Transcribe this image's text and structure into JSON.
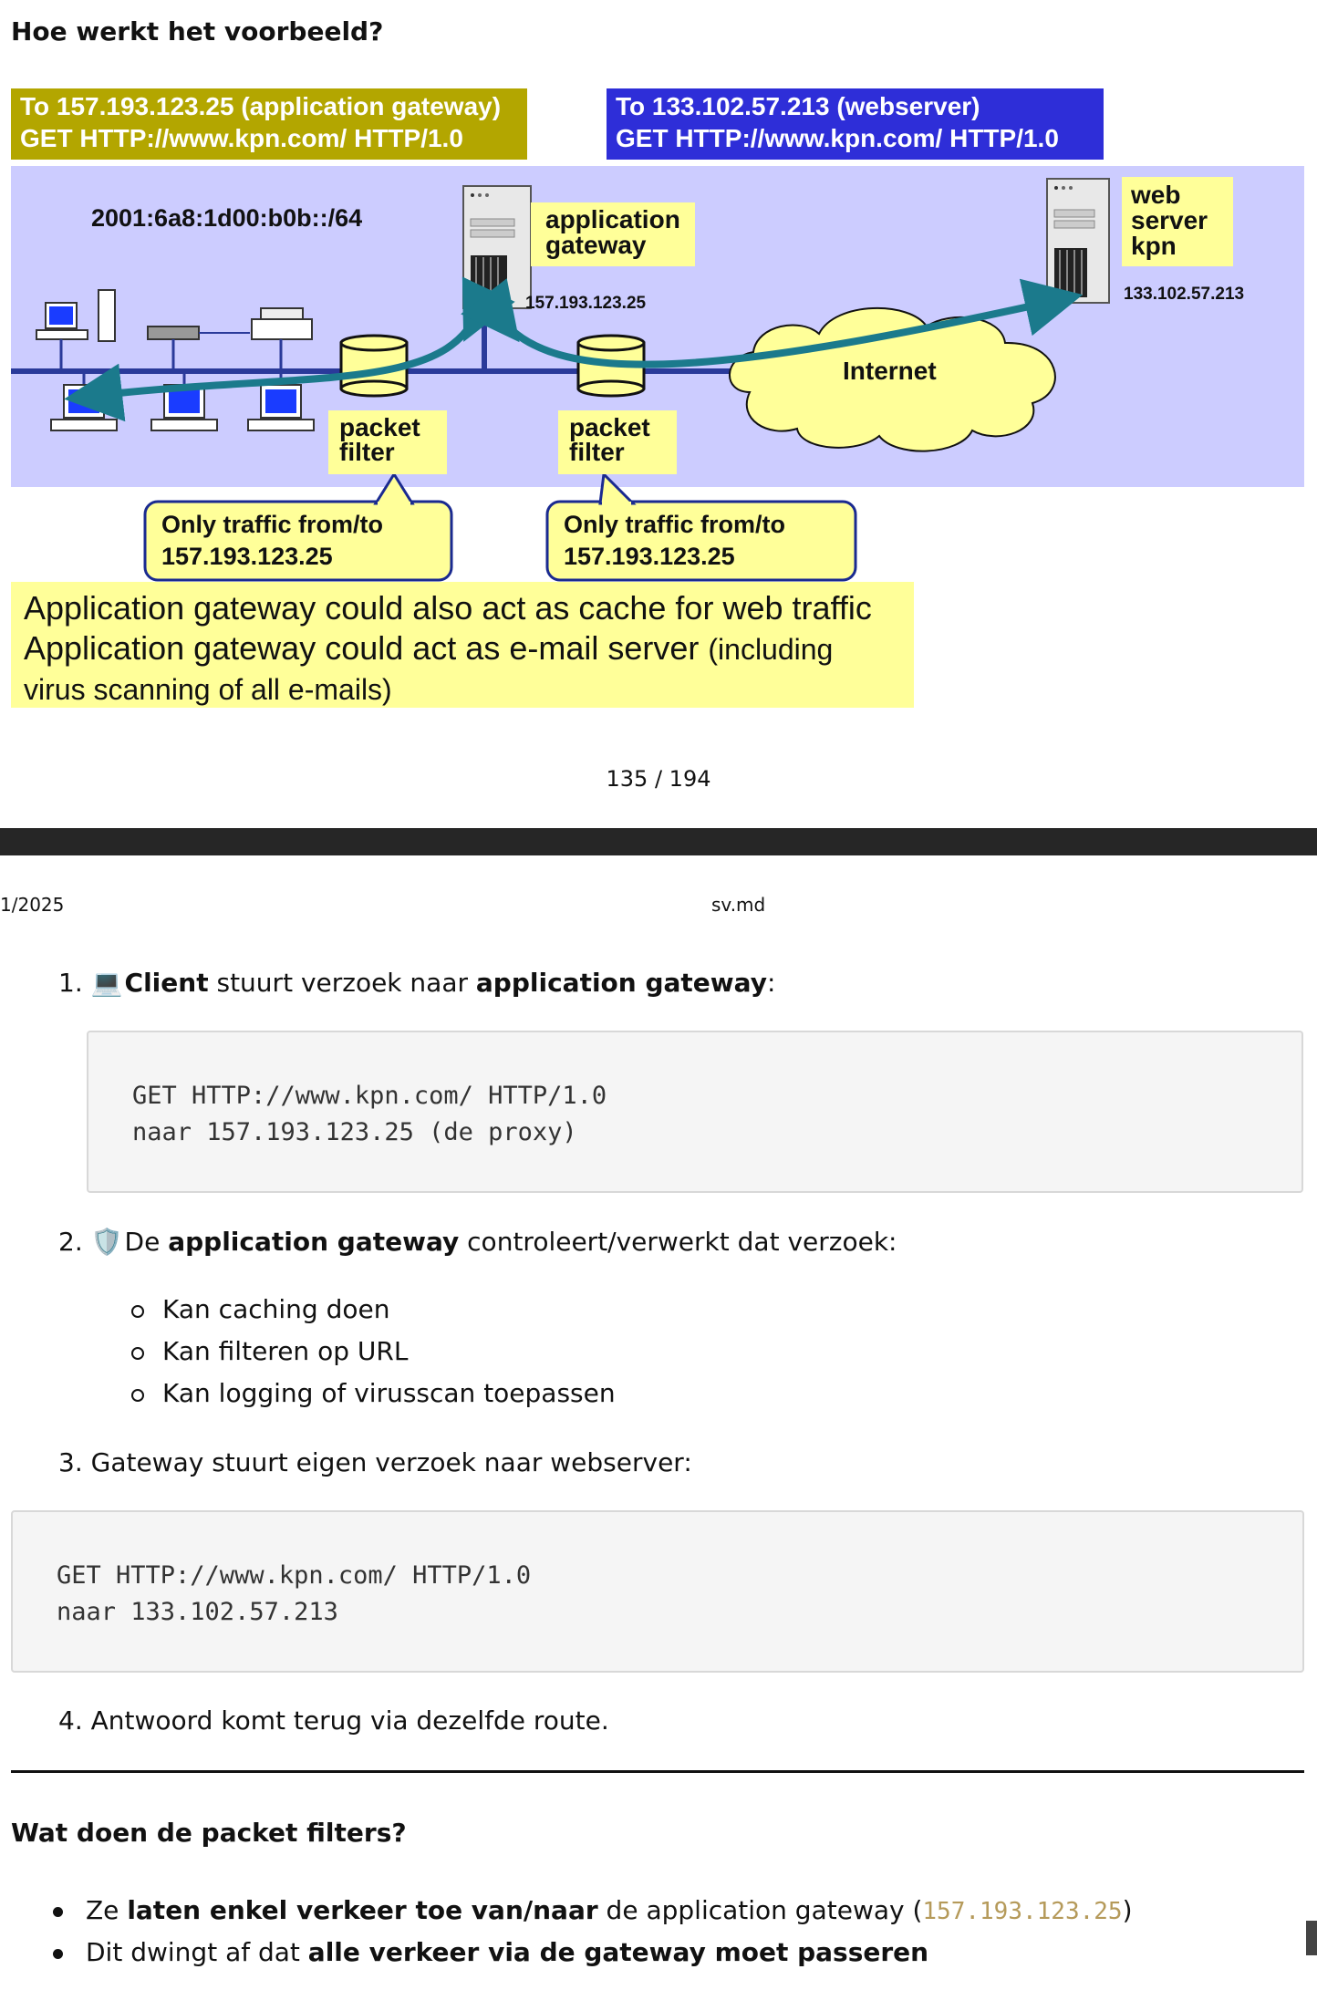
{
  "slide": {
    "section_title": "Hoe werkt het voorbeeld?",
    "caption_left": [
      "To 157.193.123.25 (application gateway)",
      "GET HTTP://www.kpn.com/ HTTP/1.0"
    ],
    "caption_right": [
      "To 133.102.57.213 (webserver)",
      "GET HTTP://www.kpn.com/ HTTP/1.0"
    ],
    "diagram": {
      "subnet": "2001:6a8:1d00:b0b::/64",
      "gateway_label": [
        "application",
        "gateway"
      ],
      "gateway_ip": "157.193.123.25",
      "webserver_label": [
        "web",
        "server",
        "kpn"
      ],
      "webserver_ip": "133.102.57.213",
      "internet_label": "Internet",
      "packet_filter_label": [
        "packet",
        "filter"
      ],
      "callout_text": [
        "Only traffic from/to",
        "157.193.123.25"
      ]
    },
    "note": {
      "line1": "Application gateway could also act as cache for web traffic",
      "line2_main": "Application gateway could act as e-mail server",
      "line2_small": "(including",
      "line3": "virus scanning of all e-mails)"
    },
    "page_number": "135 / 194"
  },
  "page_header": {
    "date": "1/2025",
    "file": "sv.md"
  },
  "steps": {
    "s1": {
      "num": "1.",
      "icon": "💻",
      "b1": "Client",
      "t1": " stuurt verzoek naar ",
      "b2": "application gateway",
      "t2": ":"
    },
    "code1": "GET HTTP://www.kpn.com/ HTTP/1.0\nnaar 157.193.123.25 (de proxy)",
    "s2": {
      "num": "2.",
      "icon": "🛡️",
      "t0": "De ",
      "b1": "application gateway",
      "t1": " controleert/verwerkt dat verzoek:"
    },
    "s2_items": [
      "Kan caching doen",
      "Kan filteren op URL",
      "Kan logging of virusscan toepassen"
    ],
    "s3": {
      "num": "3.",
      "text": "Gateway stuurt eigen verzoek naar webserver:"
    },
    "code2": "GET HTTP://www.kpn.com/ HTTP/1.0\nnaar 133.102.57.213",
    "s4": {
      "num": "4.",
      "text": "Antwoord komt terug via dezelfde route."
    }
  },
  "filters": {
    "title": "Wat doen de packet filters?",
    "b1": {
      "t0": "Ze ",
      "b": "laten enkel verkeer toe van/naar",
      "t1": " de application gateway (",
      "code": "157.193.123.25",
      "t2": ")"
    },
    "b2": {
      "t0": "Dit dwingt af dat ",
      "b": "alle verkeer via de gateway moet passeren"
    }
  },
  "colors": {
    "caption_left_bg": "#b3a600",
    "caption_right_bg": "#2e2ed8",
    "network_bg": "#ccccff",
    "label_yellow": "#ffff99",
    "arrow_teal": "#1b7a8c",
    "inline_code": "#b59a5a"
  }
}
